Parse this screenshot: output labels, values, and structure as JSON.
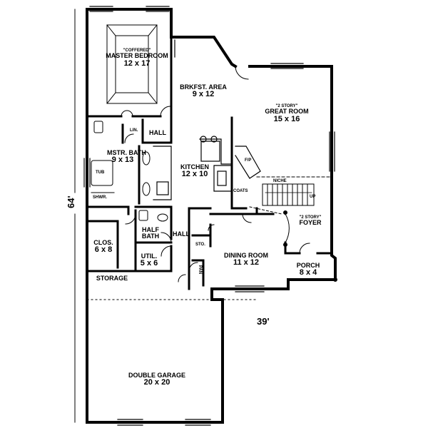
{
  "rooms": {
    "master_bedroom": {
      "tag": "\"COFFERED\"",
      "name": "MASTER BEDROOM",
      "size": "12 x 17"
    },
    "breakfast": {
      "name": "BRKFST. AREA",
      "size": "9 x 12"
    },
    "great_room": {
      "tag": "\"2 STORY\"",
      "name": "GREAT ROOM",
      "size": "15 x 16"
    },
    "hall_upper": {
      "name": "HALL"
    },
    "lin": {
      "name": "LIN."
    },
    "master_bath": {
      "name": "MSTR. BATH",
      "size": "9 x 13"
    },
    "tub": {
      "name": "TUB"
    },
    "shower": {
      "name": "SHWR."
    },
    "kitchen": {
      "name": "KITCHEN",
      "size": "12 x 10"
    },
    "fp": {
      "name": "F/P"
    },
    "coats": {
      "name": "COATS"
    },
    "niche": {
      "name": "NICHE"
    },
    "up": {
      "name": "UP"
    },
    "foyer": {
      "tag": "\"2 STORY\"",
      "name": "FOYER"
    },
    "closet": {
      "name": "CLOS.",
      "size": "6 x 8"
    },
    "half_bath": {
      "name": "HALF BATH"
    },
    "hall_lower": {
      "name": "HALL"
    },
    "sto": {
      "name": "STO."
    },
    "dining": {
      "name": "DINING ROOM",
      "size": "11 x 12"
    },
    "util": {
      "name": "UTIL.",
      "size": "5 x 6"
    },
    "pan": {
      "name": "PAN"
    },
    "porch": {
      "name": "PORCH",
      "size": "8 x 4"
    },
    "storage": {
      "name": "STORAGE"
    },
    "garage": {
      "name": "DOUBLE GARAGE",
      "size": "20 x 20"
    }
  },
  "dimensions": {
    "depth": "64'",
    "width": "39'"
  }
}
